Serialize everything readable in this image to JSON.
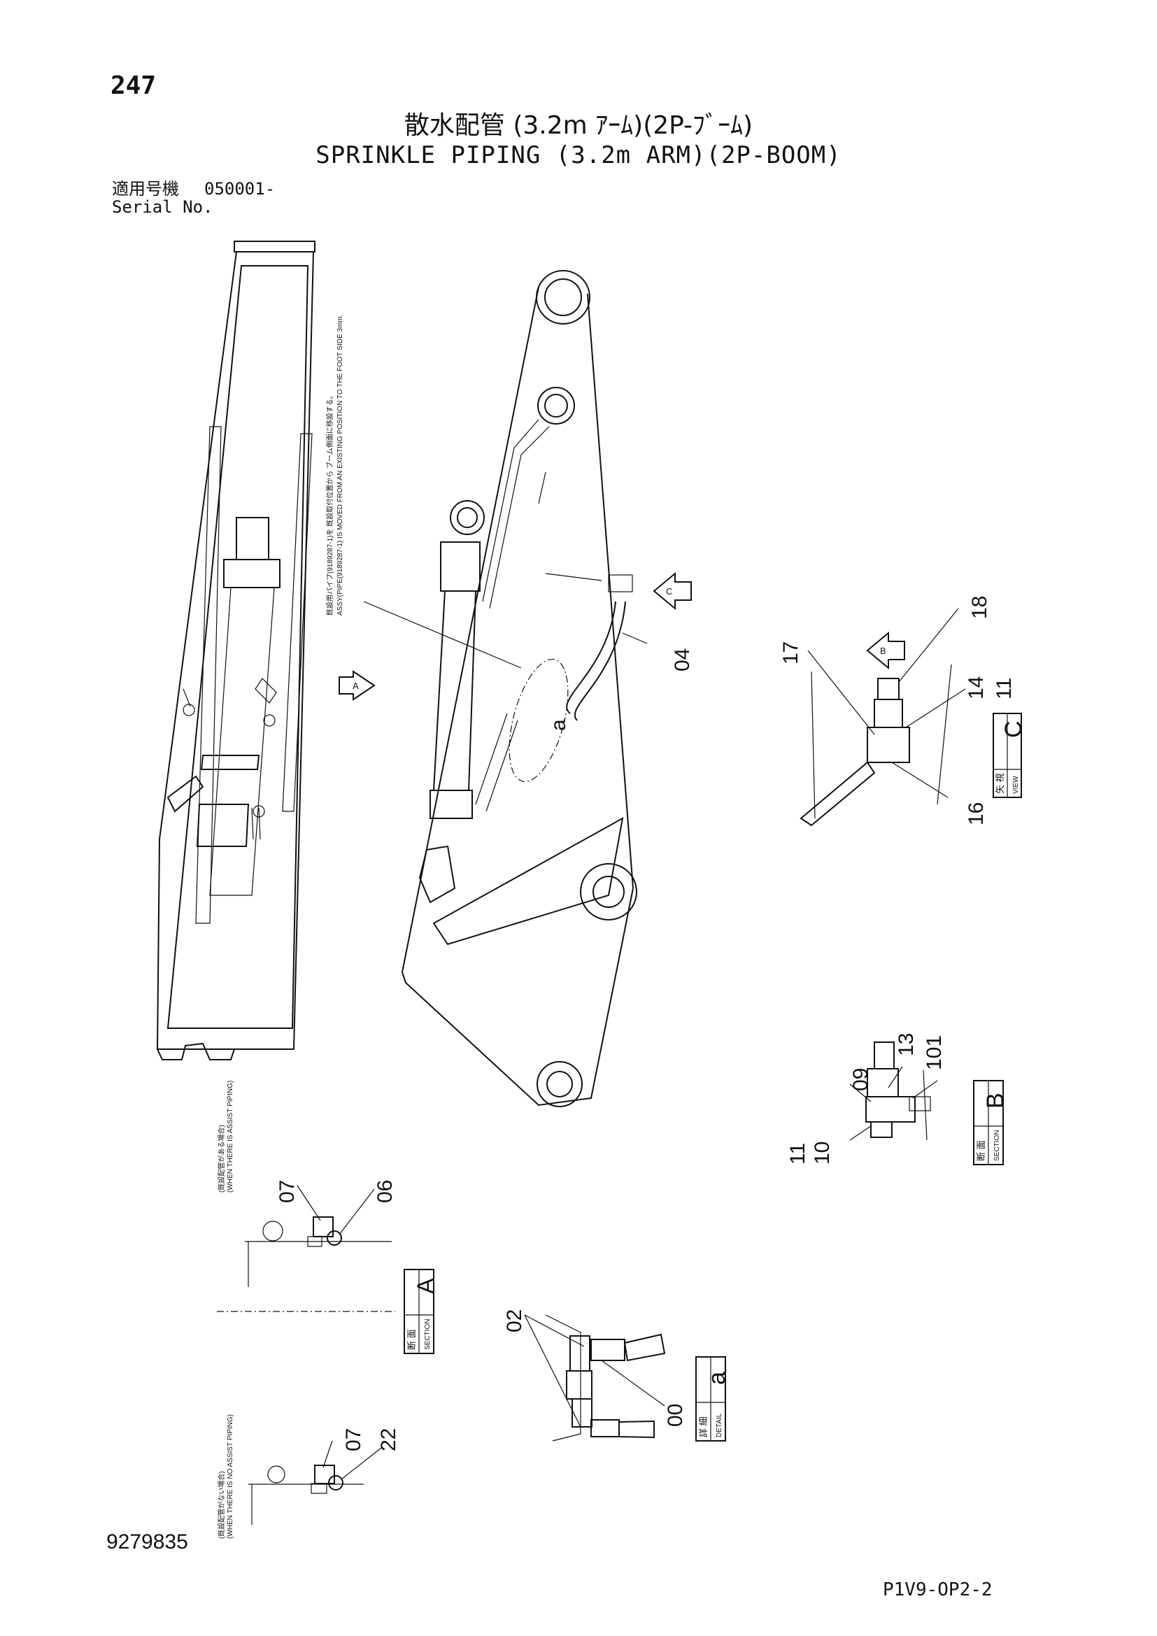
{
  "header": {
    "page_number": "247",
    "title_jp": "散水配管 (3.2m ｱｰﾑ)(2P-ﾌﾞｰﾑ)",
    "title_en": "SPRINKLE PIPING (3.2m ARM)(2P-BOOM)",
    "serial_label_jp": "適用号機",
    "serial_label_en": "Serial No.",
    "serial_value": "050001-"
  },
  "footer": {
    "drawing_number": "9279835",
    "sheet_code": "P1V9-OP2-2"
  },
  "main_view": {
    "note_jp": "既設用パイプ(9189287-1)を 既設取付位置から ブーム側面に移設する。",
    "note_en": "ASSY(PIPE(9189287-1) IS MOVED FROM AN EXISTING POSITION TO THE FOOT SIDE 3mm.",
    "arrow_a": "A",
    "arrow_b": "B",
    "arrow_c": "C",
    "callout_a": "a",
    "part_04": "04"
  },
  "view_c": {
    "label_box_letter": "C",
    "label_box_jp": "矢 視",
    "label_box_en": "VIEW",
    "parts": {
      "p17": "17",
      "p18": "18",
      "p14": "14",
      "p11": "11",
      "p16": "16"
    }
  },
  "section_b": {
    "label_box_letter": "B",
    "label_box_jp": "断 面",
    "label_box_en": "SECTION",
    "parts": {
      "p09": "09",
      "p13": "13",
      "p101": "101",
      "p11": "11",
      "p10": "10"
    }
  },
  "section_a": {
    "label_box_letter": "A",
    "label_box_jp": "断 面",
    "label_box_en": "SECTION",
    "note_top_jp": "(既設配管がある場合)",
    "note_top_en": "(WHEN THERE IS ASSIST PIPING)",
    "note_bottom_jp": "(既設配管がない場合)",
    "note_bottom_en": "(WHEN THERE IS NO ASSIST PIPING)",
    "parts": {
      "p07": "07",
      "p06": "06",
      "p07b": "07",
      "p22": "22"
    }
  },
  "detail_a": {
    "label_box_letter": "a",
    "label_box_jp": "詳 細",
    "label_box_en": "DETAIL",
    "parts": {
      "p02": "02",
      "p00": "00"
    }
  }
}
